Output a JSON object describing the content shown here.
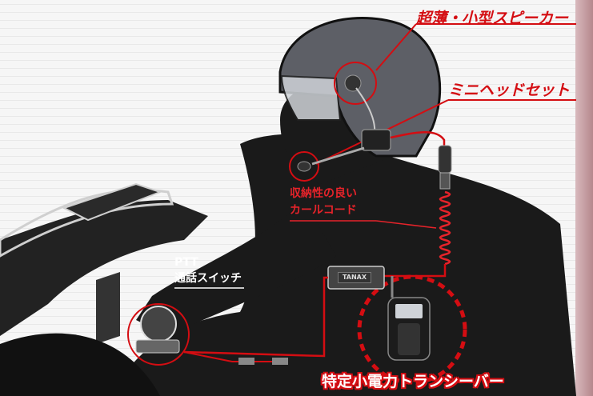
{
  "labels": {
    "speaker": "超薄・小型スピーカー",
    "headset": "ミニヘッドセット",
    "cord_line1": "収納性の良い",
    "cord_line2": "カールコード",
    "ptt_line1": "PTT",
    "ptt_line2": "通話スイッチ",
    "transceiver": "特定小電力トランシーバー",
    "brand": "TANAX"
  },
  "colors": {
    "accent": "#d40d12",
    "silhouette": "#1a1a1a",
    "helmet": "#5d5f66"
  }
}
